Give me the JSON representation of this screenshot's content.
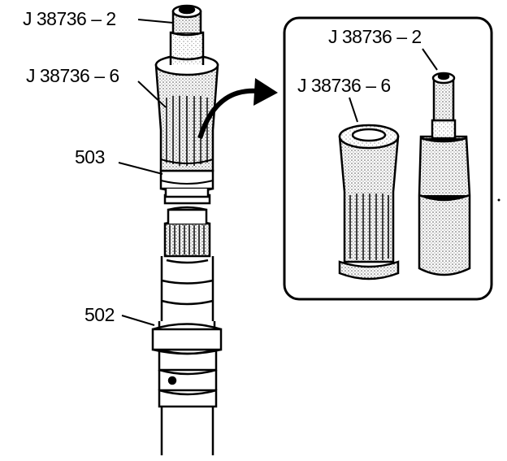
{
  "labels": {
    "main_tool_2": "J 38736 – 2",
    "main_tool_6": "J 38736 – 6",
    "seal_503": "503",
    "part_502": "502",
    "inset_tool_2": "J 38736 – 2",
    "inset_tool_6": "J 38736 – 6"
  },
  "colors": {
    "ink": "#000000",
    "paper": "#ffffff",
    "stipple": "#c8c8c8"
  }
}
